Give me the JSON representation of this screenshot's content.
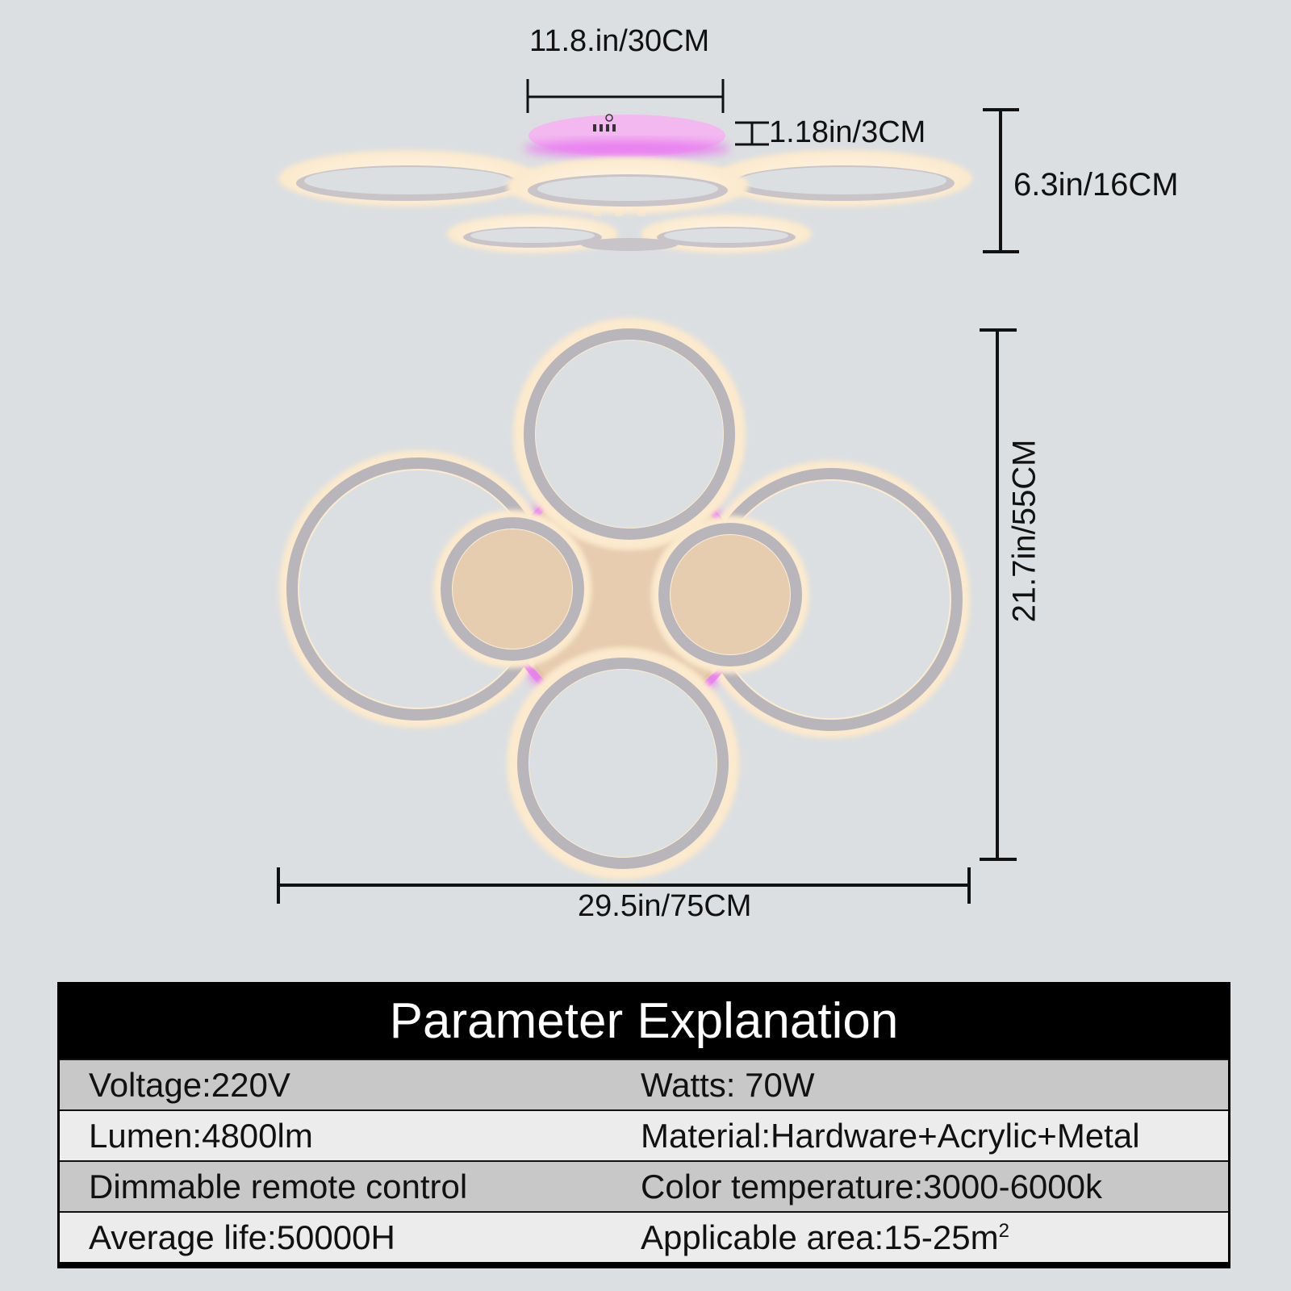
{
  "dimensions": {
    "top_width": "11.8.in/30CM",
    "base_height": "1.18in/3CM",
    "side_height": "6.3in/16CM",
    "total_height": "21.7in/55CM",
    "total_width": "29.5in/75CM"
  },
  "table": {
    "title": "Parameter Explanation",
    "rows": [
      {
        "left": "Voltage:220V",
        "right": "Watts: 70W"
      },
      {
        "left": "Lumen:4800lm",
        "right": "Material:Hardware+Acrylic+Metal"
      },
      {
        "left": "Dimmable remote control",
        "right": "Color temperature:3000-6000k"
      },
      {
        "left": "Average life:50000H",
        "right_text": "Applicable area:15-25m",
        "right_sup": "2"
      }
    ]
  },
  "colors": {
    "background": "#dcdfe1",
    "ring_glow": "#fff6e6",
    "ring_inner": "#b9b6bb",
    "accent_pink": "#e87ff0"
  }
}
